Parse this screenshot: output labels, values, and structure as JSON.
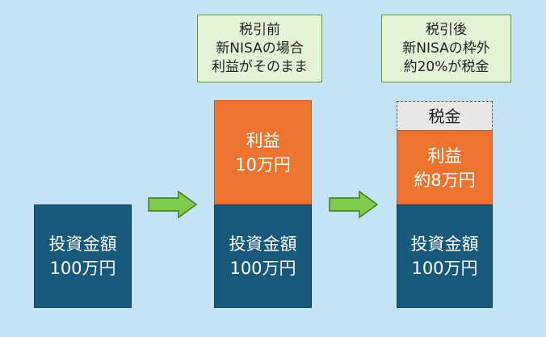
{
  "column1": {
    "investment": {
      "line1": "投資金額",
      "line2": "100万円"
    }
  },
  "column2": {
    "note": {
      "line1": "税引前",
      "line2": "新NISAの場合",
      "line3": "利益がそのまま"
    },
    "profit": {
      "line1": "利益",
      "line2": "10万円"
    },
    "investment": {
      "line1": "投資金額",
      "line2": "100万円"
    }
  },
  "column3": {
    "note": {
      "line1": "税引後",
      "line2": "新NISAの枠外",
      "line3": "約20%が税金"
    },
    "tax": {
      "label": "税金"
    },
    "profit": {
      "line1": "利益",
      "line2": "約8万円"
    },
    "investment": {
      "line1": "投資金額",
      "line2": "100万円"
    }
  },
  "colors": {
    "background": "#c4e3f4",
    "investment": "#17587b",
    "profit": "#ec7330",
    "tax": "#e8e8e8",
    "note": "#e4f2d6",
    "arrow": "#7fcd4f"
  },
  "icons": [
    "right-arrow-icon",
    "right-arrow-icon"
  ]
}
